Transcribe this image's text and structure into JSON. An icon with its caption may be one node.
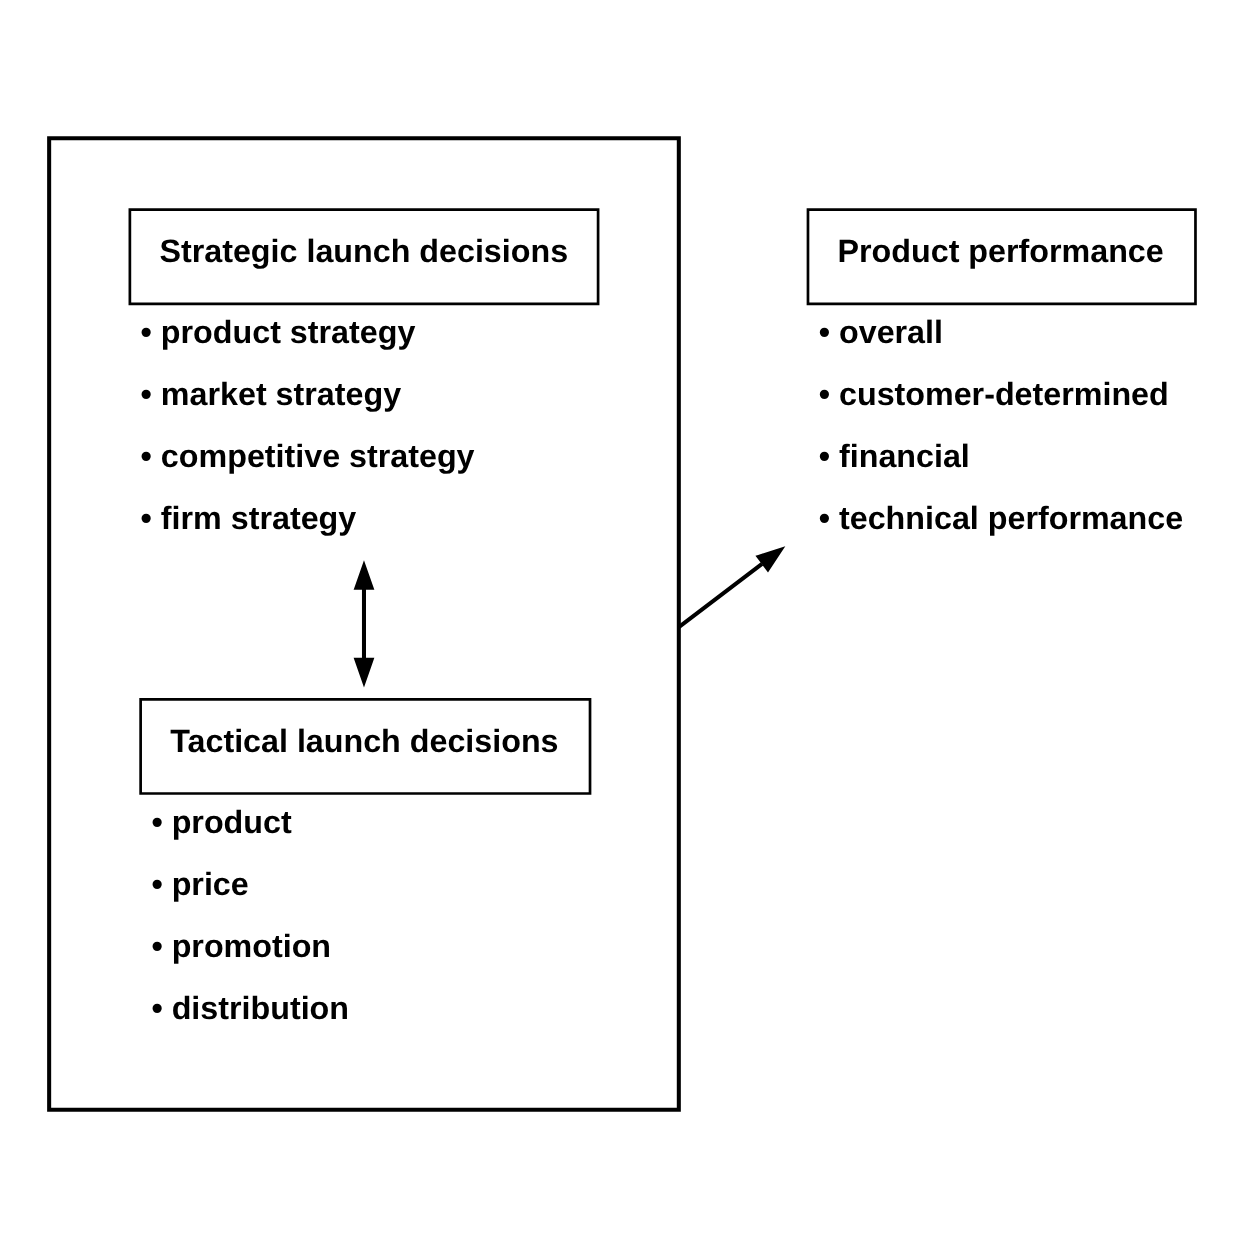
{
  "diagram": {
    "nodes": [
      {
        "text": [],
        "shape": "box"
      },
      {
        "text": [
          "Strategic launch decisions"
        ],
        "beside": [
          "• product strategy",
          "• market strategy",
          "• competitive strategy",
          "• firm strategy"
        ],
        "in": 0
      },
      {
        "text": [
          "Tactical launch decisions"
        ],
        "beside": [
          "• product",
          "• price",
          "• promotion",
          "• distribution"
        ],
        "in": 0
      },
      {
        "text": [
          "Product performance"
        ],
        "beside": [
          "• overall",
          "• customer-determined",
          "• financial",
          "• technical performance"
        ]
      }
    ],
    "edges": [
      {
        "from": 1,
        "to": 2,
        "arrow": "both"
      },
      {
        "from": 0,
        "to": 3,
        "arrow": "to"
      }
    ]
  }
}
